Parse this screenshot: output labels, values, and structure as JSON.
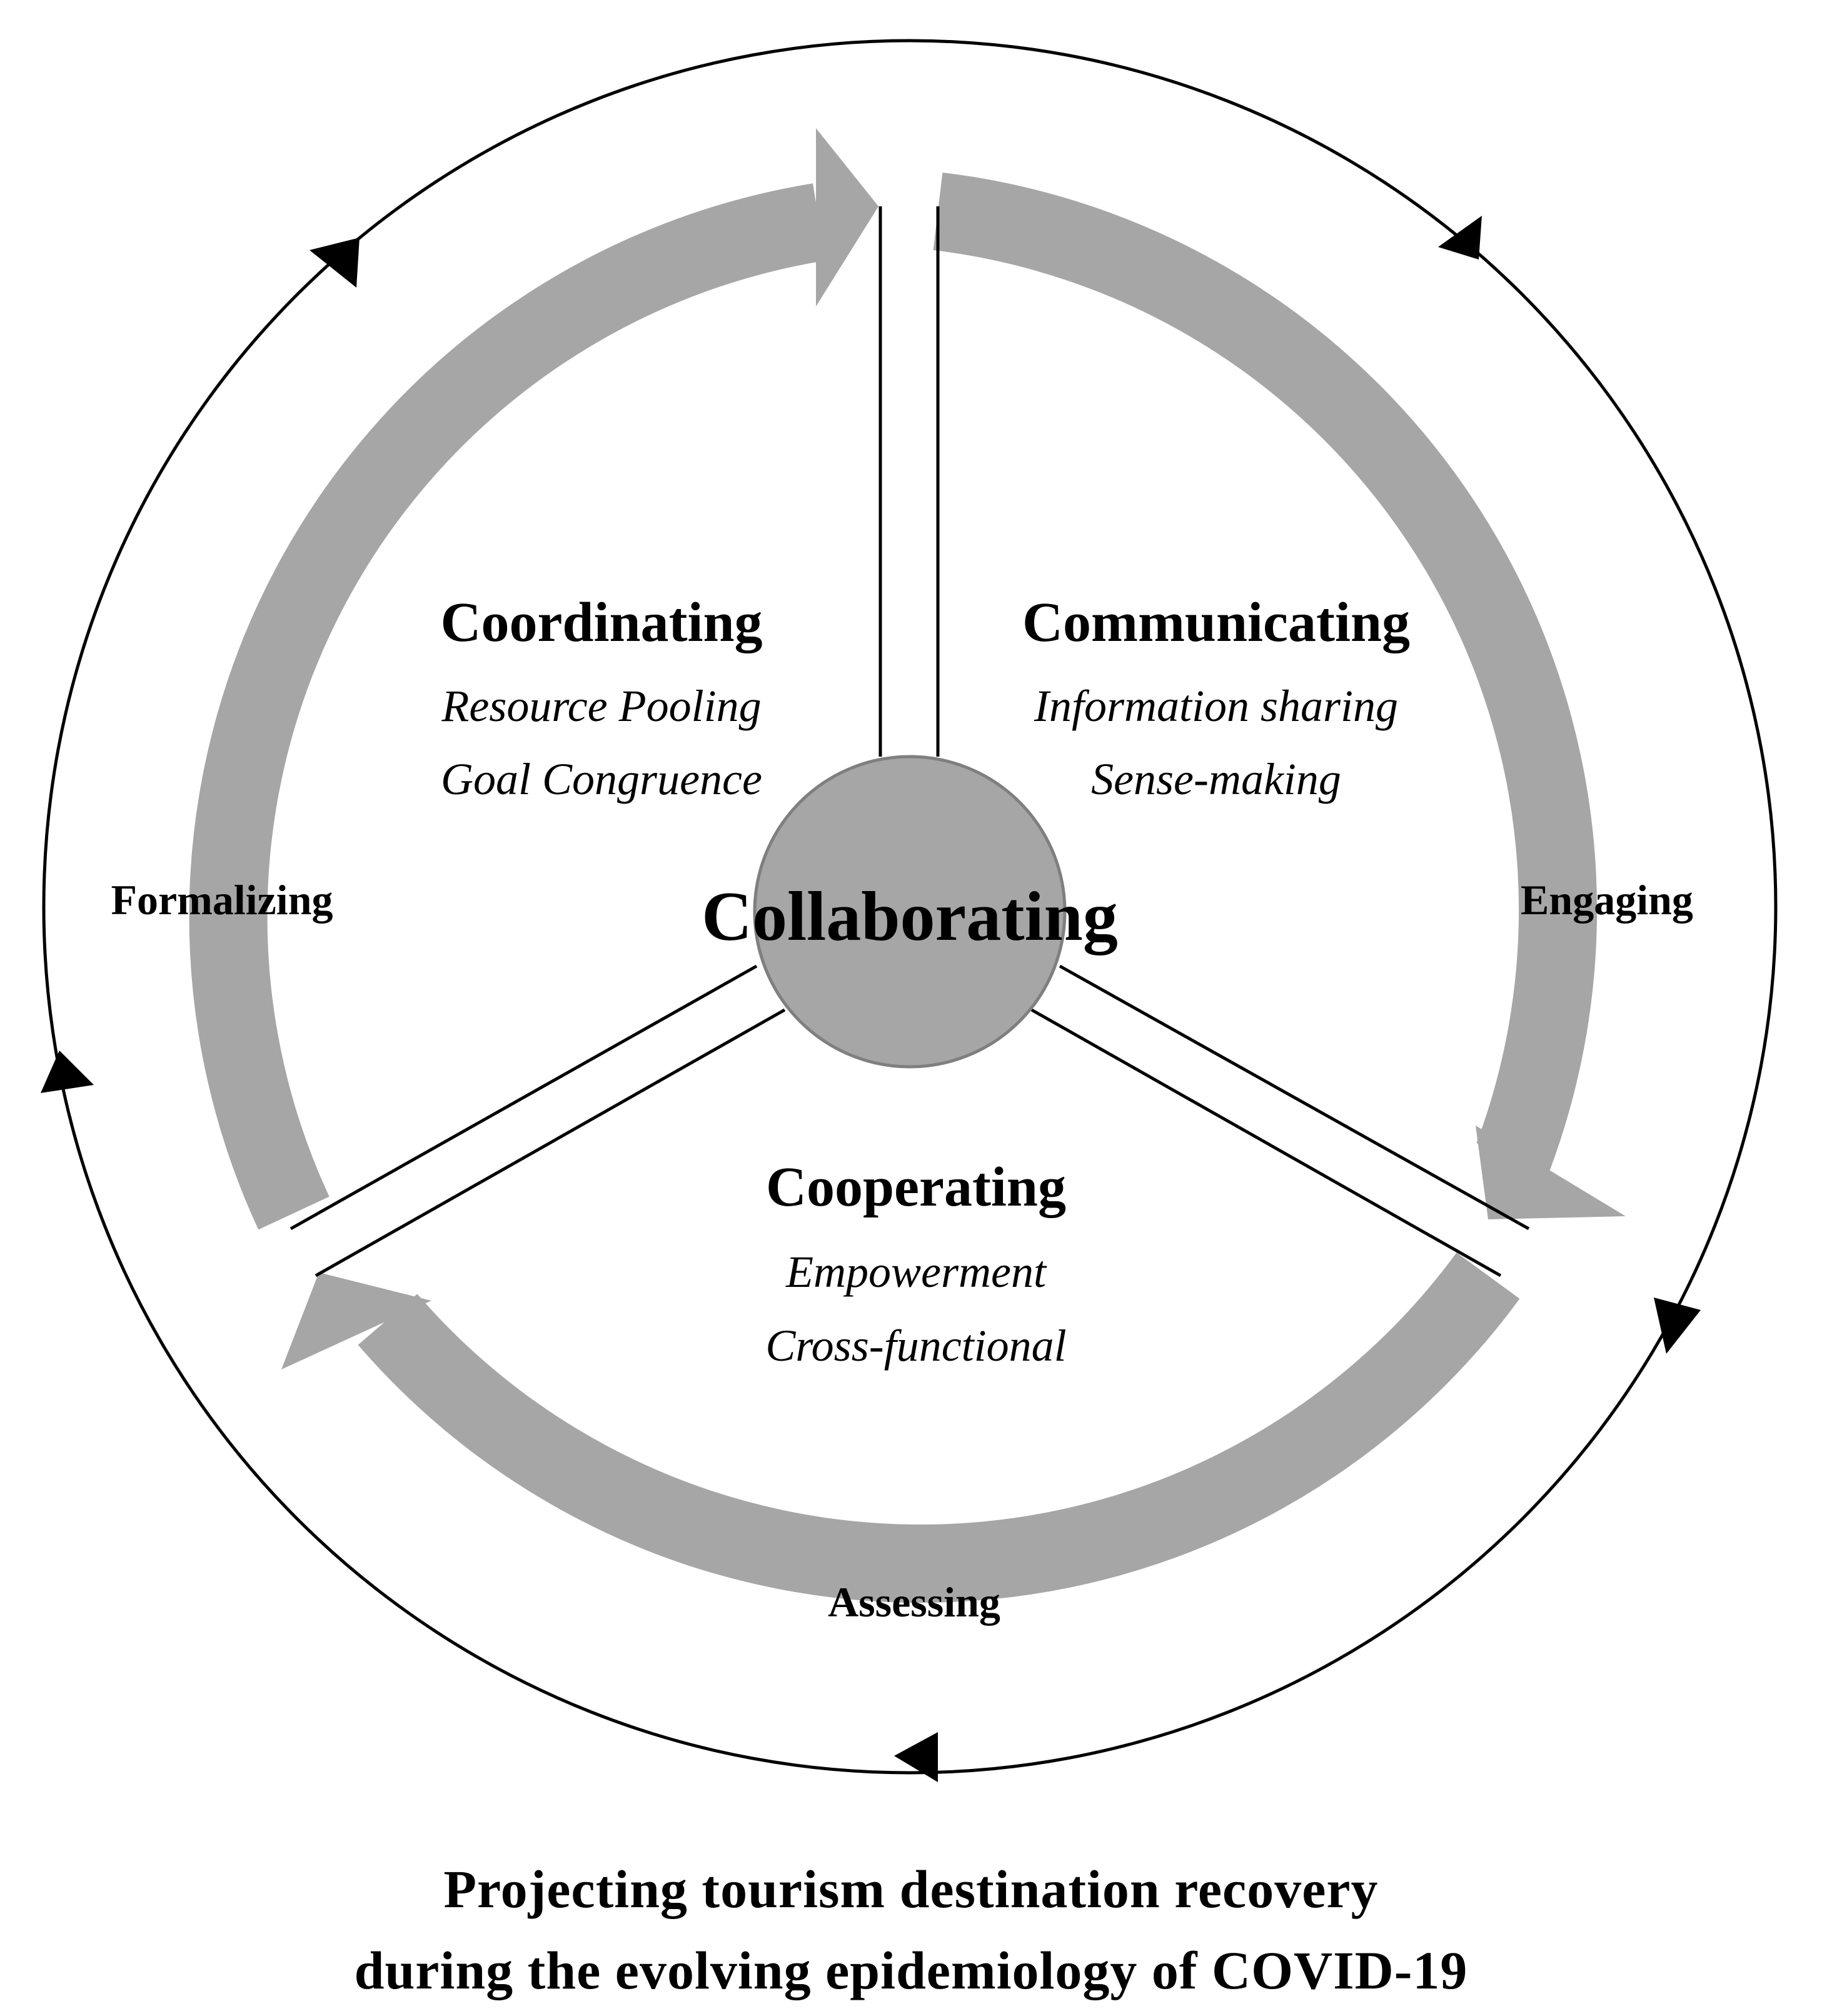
{
  "diagram": {
    "center": {
      "label": "Collaborating"
    },
    "sectors": [
      {
        "id": "coordinating",
        "heading": "Coordinating",
        "items": [
          "Resource Pooling",
          "Goal Congruence"
        ]
      },
      {
        "id": "communicating",
        "heading": "Communicating",
        "items": [
          "Information sharing",
          "Sense-making"
        ]
      },
      {
        "id": "cooperating",
        "heading": "Cooperating",
        "items": [
          "Empowerment",
          "Cross-functional"
        ]
      }
    ],
    "cycle_labels": {
      "left": "Formalizing",
      "right": "Engaging",
      "bottom": "Assessing"
    },
    "title_lines": [
      "Projecting tourism destination recovery",
      "during the evolving epidemiology of COVID-19"
    ],
    "colors": {
      "arrow_fill": "#a6a6a6",
      "center_fill": "#a6a6a6",
      "center_stroke": "#7f7f7f",
      "line": "#000000",
      "text": "#000000"
    }
  }
}
